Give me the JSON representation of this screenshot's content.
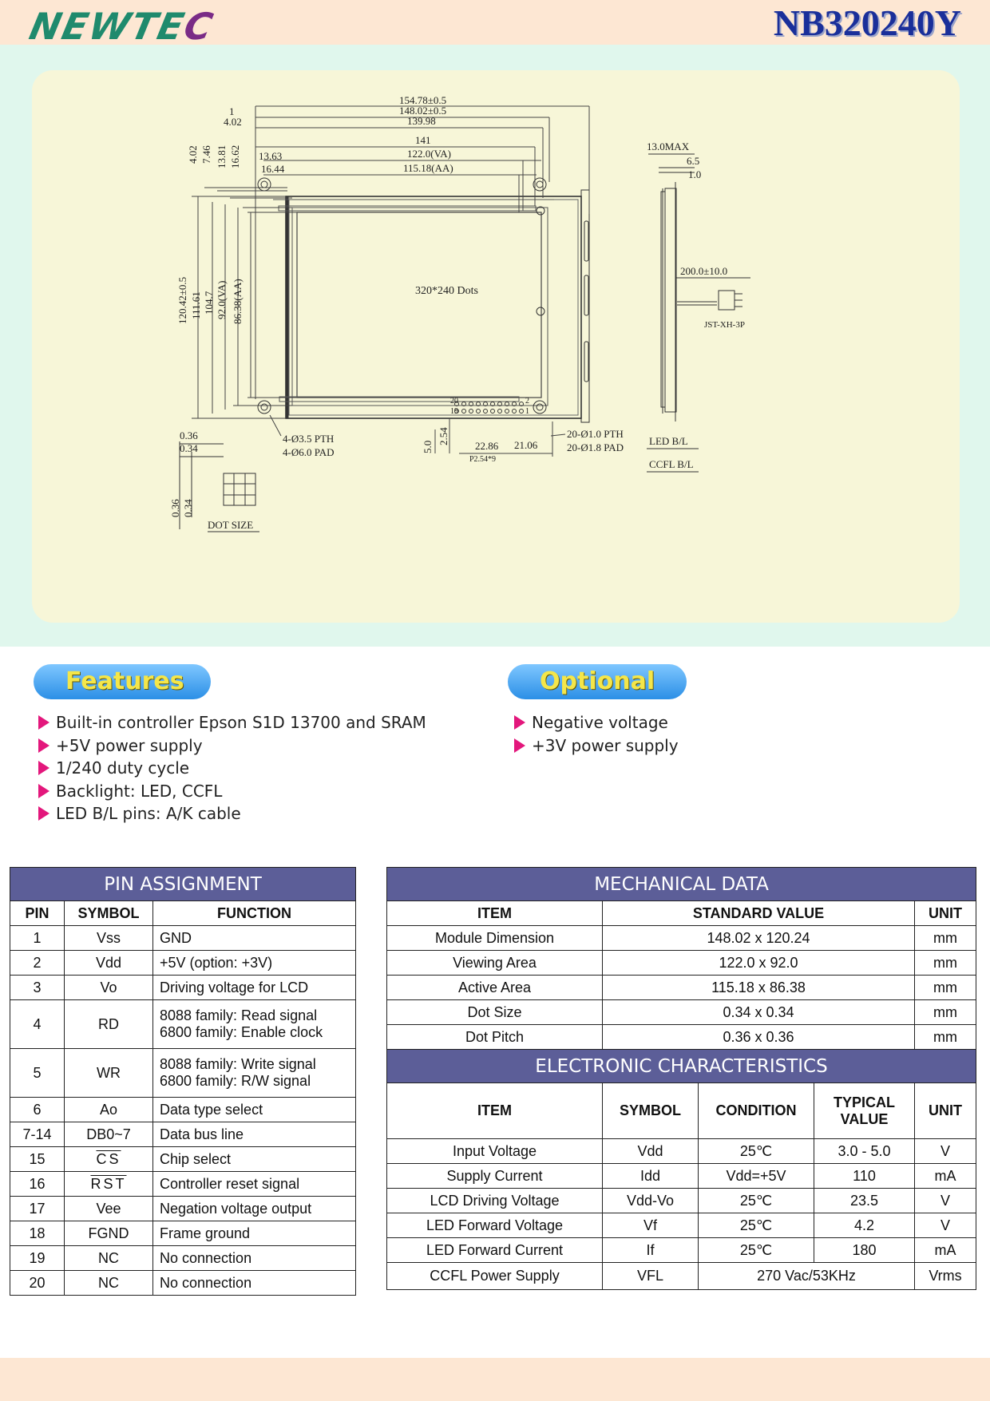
{
  "header": {
    "logo": "NEWTEC",
    "model": "NB320240Y"
  },
  "drawing": {
    "dims_top": [
      "154.78±0.5",
      "148.02±0.5",
      "139.98",
      "141",
      "122.0(VA)",
      "115.18(AA)",
      "1",
      "4.02",
      "13.63",
      "16.44"
    ],
    "dims_left_top": [
      "4.02",
      "7.46",
      "13.81",
      "16.62"
    ],
    "dims_left": [
      "120.42±0.5",
      "111.61",
      "104.7",
      "92.0(VA)",
      "86.38(AA)"
    ],
    "center_label": "320*240 Dots",
    "hole_notes": [
      "4-Ø3.5 PTH",
      "4-Ø6.0 PAD"
    ],
    "pin_notes": [
      "20-Ø1.0 PTH",
      "20-Ø1.8 PAD"
    ],
    "bottom_dims": [
      "5.0",
      "2.54",
      "22.86",
      "21.06",
      "P2.54*9"
    ],
    "pin_labels": [
      "20",
      "19",
      "2",
      "1"
    ],
    "dot_size": {
      "dims": [
        "0.36",
        "0.34",
        "0.36",
        "0.34"
      ],
      "label": "DOT SIZE"
    },
    "side": {
      "dims": [
        "13.0MAX",
        "6.5",
        "1.0",
        "200.0±10.0"
      ],
      "connector": "JST-XH-3P",
      "labels": [
        "LED B/L",
        "CCFL B/L"
      ]
    }
  },
  "features": {
    "title": "Features",
    "items": [
      "Built-in controller Epson S1D 13700 and SRAM",
      "+5V power supply",
      "1/240 duty cycle",
      "Backlight: LED, CCFL",
      "LED B/L pins: A/K cable"
    ]
  },
  "optional": {
    "title": "Optional",
    "items": [
      "Negative voltage",
      "+3V power supply"
    ]
  },
  "pin_assignment": {
    "title": "PIN ASSIGNMENT",
    "headers": [
      "PIN",
      "SYMBOL",
      "FUNCTION"
    ],
    "rows": [
      {
        "pin": "1",
        "symbol": "Vss",
        "function": "GND"
      },
      {
        "pin": "2",
        "symbol": "Vdd",
        "function": "+5V (option: +3V)"
      },
      {
        "pin": "3",
        "symbol": "Vo",
        "function": "Driving voltage for LCD"
      },
      {
        "pin": "4",
        "symbol": "RD",
        "function": "8088 family: Read signal",
        "function2": "6800 family: Enable clock"
      },
      {
        "pin": "5",
        "symbol": "WR",
        "function": "8088 family: Write signal",
        "function2": "6800 family: R/W signal"
      },
      {
        "pin": "6",
        "symbol": "Ao",
        "function": "Data type select"
      },
      {
        "pin": "7-14",
        "symbol": "DB0~7",
        "function": "Data bus line"
      },
      {
        "pin": "15",
        "symbol": "CS",
        "function": "Chip select"
      },
      {
        "pin": "16",
        "symbol": "RST",
        "function": "Controller reset signal"
      },
      {
        "pin": "17",
        "symbol": "Vee",
        "function": "Negation voltage output"
      },
      {
        "pin": "18",
        "symbol": "FGND",
        "function": "Frame ground"
      },
      {
        "pin": "19",
        "symbol": "NC",
        "function": "No connection"
      },
      {
        "pin": "20",
        "symbol": "NC",
        "function": "No connection"
      }
    ]
  },
  "mechanical": {
    "title": "MECHANICAL DATA",
    "headers": [
      "ITEM",
      "STANDARD VALUE",
      "UNIT"
    ],
    "rows": [
      {
        "item": "Module Dimension",
        "value": "148.02 x 120.24",
        "unit": "mm"
      },
      {
        "item": "Viewing Area",
        "value": "122.0 x 92.0",
        "unit": "mm"
      },
      {
        "item": "Active Area",
        "value": "115.18 x 86.38",
        "unit": "mm"
      },
      {
        "item": "Dot Size",
        "value": "0.34 x 0.34",
        "unit": "mm"
      },
      {
        "item": "Dot Pitch",
        "value": "0.36 x 0.36",
        "unit": "mm"
      }
    ]
  },
  "electronic": {
    "title": "ELECTRONIC CHARACTERISTICS",
    "headers": [
      "ITEM",
      "SYMBOL",
      "CONDITION",
      "TYPICAL",
      "VALUE",
      "UNIT"
    ],
    "rows": [
      {
        "item": "Input Voltage",
        "symbol": "Vdd",
        "condition": "25℃",
        "value": "3.0 - 5.0",
        "unit": "V"
      },
      {
        "item": "Supply Current",
        "symbol": "Idd",
        "condition": "Vdd=+5V",
        "value": "110",
        "unit": "mA"
      },
      {
        "item": "LCD Driving Voltage",
        "symbol": "Vdd-Vo",
        "condition": "25℃",
        "value": "23.5",
        "unit": "V"
      },
      {
        "item": "LED Forward Voltage",
        "symbol": "Vf",
        "condition": "25℃",
        "value": "4.2",
        "unit": "V"
      },
      {
        "item": "LED Forward Current",
        "symbol": "If",
        "condition": "25℃",
        "value": "180",
        "unit": "mA"
      },
      {
        "item": "CCFL Power Supply",
        "symbol": "VFL",
        "condition_value": "270 Vac/53KHz",
        "unit": "Vrms"
      }
    ]
  }
}
